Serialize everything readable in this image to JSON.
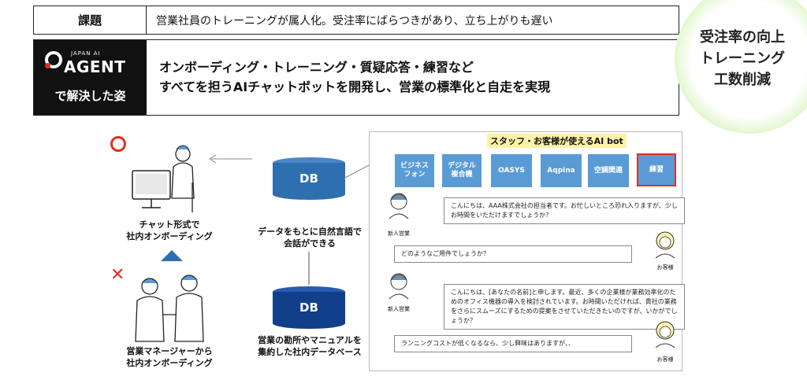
{
  "problem": {
    "tag": "課題",
    "text": "営業社員のトレーニングが属人化。受注率にばらつきがあり、立ち上がりも遅い"
  },
  "solution": {
    "brand_small": "JAPAN AI",
    "brand_big": "AGENT",
    "brand_sub": "で解決した姿",
    "line1": "オンボーディング・トレーニング・質疑応答・練習など",
    "line2": "すべてを担うAIチャットボットを開発し、営業の標準化と自走を実現"
  },
  "outcome": {
    "line1": "受注率の向上",
    "line2": "トレーニング",
    "line3": "工数削減"
  },
  "left_flow": {
    "good_caption_1": "チャット形式で",
    "good_caption_2": "社内オンボーディング",
    "bad_caption_1": "営業マネージャーから",
    "bad_caption_2": "社内オンボーディング"
  },
  "middle": {
    "db_top_label": "DB",
    "chat_caption_1": "データをもとに自然言語で",
    "chat_caption_2": "会話ができる",
    "db_bottom_label": "DB",
    "db_caption_1": "営業の勘所やマニュアルを",
    "db_caption_2": "集約した社内データベース"
  },
  "panel": {
    "title": "スタッフ・お客様が使えるAI bot",
    "chips": [
      {
        "label": "ビジネス\nフォン",
        "active": false
      },
      {
        "label": "デジタル\n複合機",
        "active": false
      },
      {
        "label": "OASYS",
        "active": false
      },
      {
        "label": "Aqpina",
        "active": false
      },
      {
        "label": "空調関連",
        "active": false
      },
      {
        "label": "練習",
        "active": true
      }
    ],
    "messages": [
      {
        "who": "新人営業",
        "text": "こんにちは、AAA株式会社の担当者です。お忙しいところ恐れ入りますが、少しお時間をいただけますでしょうか？"
      },
      {
        "who": "お客様",
        "text": "どのようなご用件でしょうか？"
      },
      {
        "who": "新人営業",
        "text": "こんにちは、[あなたの名前]と申します。最近、多くの企業様が業務効率化のためのオフィス機器の導入を検討されています。お時間いただければ、貴社の業務をさらにスムーズにするための提案をさせていただきたいのですが、いかがでしょうか？"
      },
      {
        "who": "お客様",
        "text": "ランニングコストが低くなるなら、少し興味はありますが、、"
      }
    ]
  },
  "colors": {
    "accent_red": "#e0301e",
    "db_blue": "#2e6fb0",
    "db_navy": "#123f8a",
    "chip_blue": "#5b9bd5",
    "highlight": "#fff2a8",
    "bubble_green": "#8fe07a"
  }
}
